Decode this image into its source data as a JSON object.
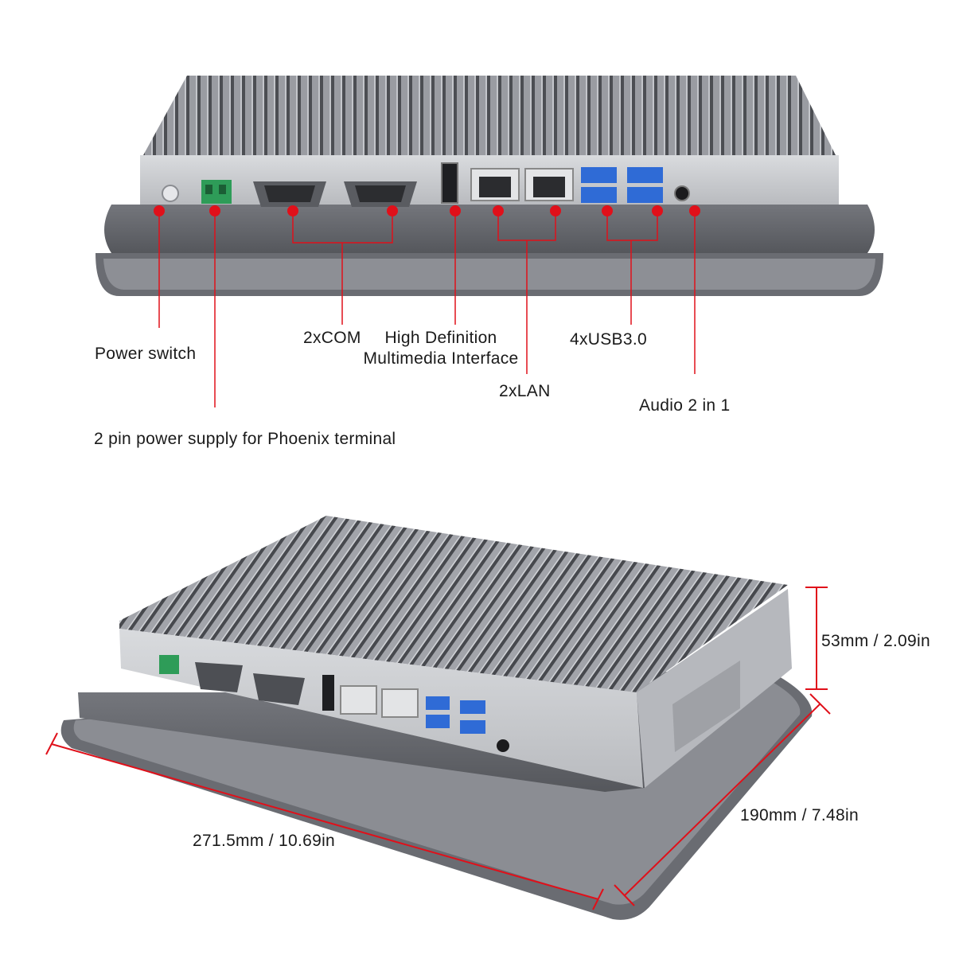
{
  "top_view": {
    "callouts": {
      "power_switch": "Power switch",
      "phoenix_power": "2 pin power supply for Phoenix terminal",
      "com": "2xCOM",
      "hdmi_line1": "High Definition",
      "hdmi_line2": "Multimedia Interface",
      "lan": "2xLAN",
      "usb": "4xUSB3.0",
      "audio": "Audio 2 in 1"
    }
  },
  "bottom_view": {
    "dimensions": {
      "height": "53mm / 2.09in",
      "depth": "190mm / 7.48in",
      "width": "271.5mm / 10.69in"
    }
  },
  "colors": {
    "callout": "#e0101a",
    "heatsink": "#6d6f75",
    "panel": "#c9cbcf",
    "base": "#5f6167"
  }
}
